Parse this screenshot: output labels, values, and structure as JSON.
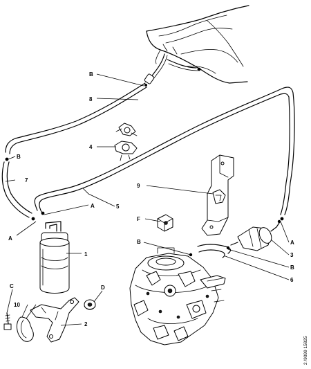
{
  "callouts": {
    "n1": "1",
    "n2": "2",
    "n3": "3",
    "n4": "4",
    "n5": "5",
    "n6": "6",
    "n7": "7",
    "n8": "8",
    "n9": "9",
    "n10": "10",
    "A_left": "A",
    "A_mid": "A",
    "A_right": "A",
    "B_top": "B",
    "B_left": "B",
    "B_carb": "B",
    "B_right": "B",
    "C": "C",
    "D": "D",
    "F": "F"
  },
  "reference": "2 /9099 15825"
}
